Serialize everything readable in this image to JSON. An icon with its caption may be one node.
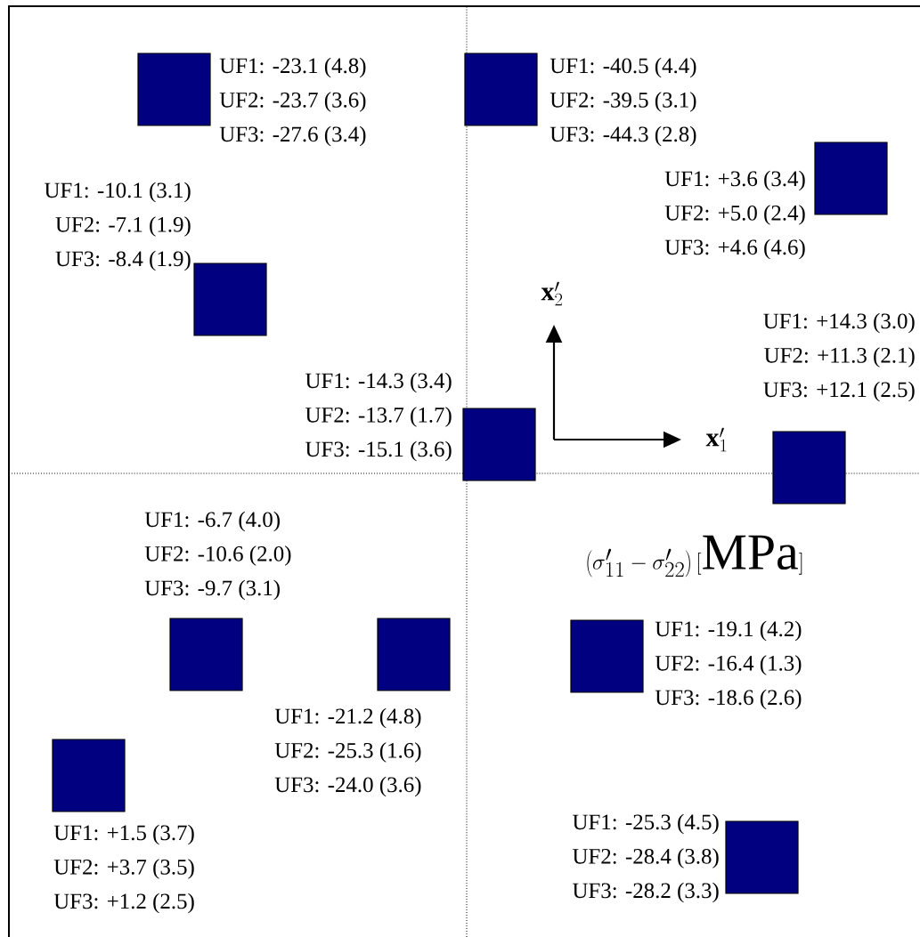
{
  "diagram": {
    "nodes": [
      {
        "text": [],
        "shape": "box",
        "beside": [
          "UF1: -23.1 (4.8)",
          "UF2: -23.7 (3.6)",
          "UF3: -27.6 (3.4)"
        ]
      },
      {
        "text": [],
        "shape": "box",
        "beside": [
          "UF1: -40.5 (4.4)",
          "UF2: -39.5 (3.1)",
          "UF3: -44.3 (2.8)"
        ]
      },
      {
        "text": [],
        "shape": "box",
        "beside": [
          "UF1: +3.6 (3.4)",
          "UF2: +5.0 (2.4)",
          "UF3: +4.6 (4.6)"
        ]
      },
      {
        "text": [],
        "shape": "box",
        "beside": [
          "UF1: -10.1 (3.1)",
          "UF2: -7.1 (1.9)",
          "UF3: -8.4 (1.9)"
        ]
      },
      {
        "text": [],
        "shape": "box",
        "beside": [
          "UF1: -14.3 (3.4)",
          "UF2: -13.7 (1.7)",
          "UF3: -15.1 (3.6)"
        ]
      },
      {
        "text": [],
        "shape": "box",
        "beside": [
          "UF1: +14.3 (3.0)",
          "UF2: +11.3 (2.1)",
          "UF3: +12.1 (2.5)"
        ]
      },
      {
        "text": [],
        "shape": "box",
        "beside": [
          "UF1: -6.7 (4.0)",
          "UF2: -10.6 (2.0)",
          "UF3: -9.7 (3.1)"
        ]
      },
      {
        "text": [],
        "shape": "box",
        "beside": [
          "UF1: -21.2 (4.8)",
          "UF2: -25.3 (1.6)",
          "UF3: -24.0 (3.6)"
        ]
      },
      {
        "text": [],
        "shape": "box",
        "beside": [
          "UF1: -19.1 (4.2)",
          "UF2: -16.4 (1.3)",
          "UF3: -18.6 (2.6)"
        ]
      },
      {
        "text": [],
        "shape": "box",
        "beside": [
          "UF1: +1.5 (3.7)",
          "UF2: +3.7 (3.5)",
          "UF3: +1.2 (2.5)"
        ]
      },
      {
        "text": [],
        "shape": "box",
        "beside": [
          "UF1: -25.3 (4.5)",
          "UF2: -28.4 (3.8)",
          "UF3: -28.2 (3.3)"
        ]
      }
    ],
    "labels": [
      "\\mathbf{x}'_2",
      "\\mathbf{x}'_1",
      "\\left(\\sigma'_{11}-\\sigma'_{22}\\right)[\\mathrm{MPa}]"
    ]
  }
}
